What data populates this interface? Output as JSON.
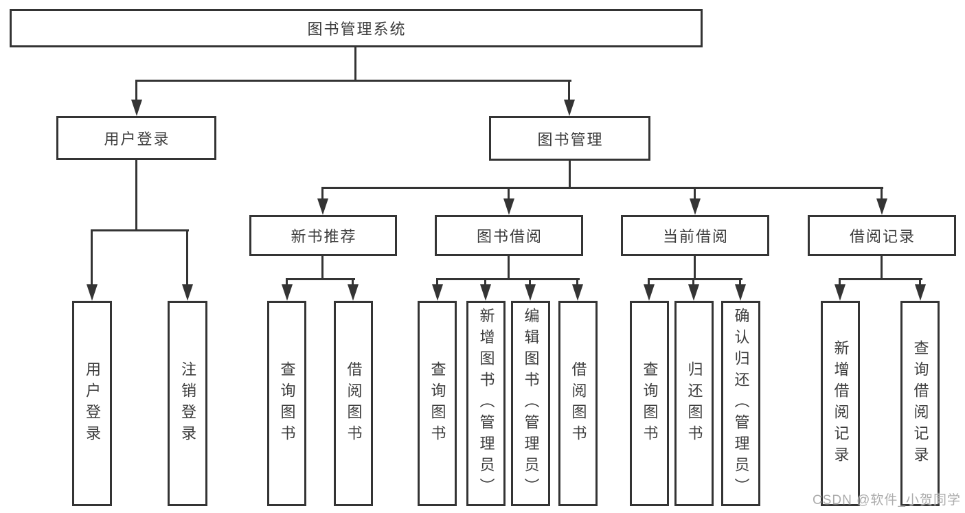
{
  "diagram": {
    "root": {
      "label": "图书管理系统"
    },
    "branches": [
      {
        "label": "用户登录"
      },
      {
        "label": "图书管理"
      }
    ],
    "modules": [
      {
        "label": "新书推荐"
      },
      {
        "label": "图书借阅"
      },
      {
        "label": "当前借阅"
      },
      {
        "label": "借阅记录"
      }
    ],
    "leaves": {
      "login": [
        "用户登录",
        "注销登录"
      ],
      "new_book": [
        "查询图书",
        "借阅图书"
      ],
      "borrow": [
        "查询图书",
        "新增图书（管理员）",
        "编辑图书（管理员）",
        "借阅图书"
      ],
      "current": [
        "查询图书",
        "归还图书",
        "确认归还（管理员）"
      ],
      "records": [
        "新增借阅记录",
        "查询借阅记录"
      ]
    }
  },
  "watermark": {
    "text": "CSDN @软件_小贺同学"
  },
  "colors": {
    "line": "#343434",
    "text": "#3d3d3d",
    "background": "#ffffff",
    "watermark": "#a8a8a8"
  }
}
